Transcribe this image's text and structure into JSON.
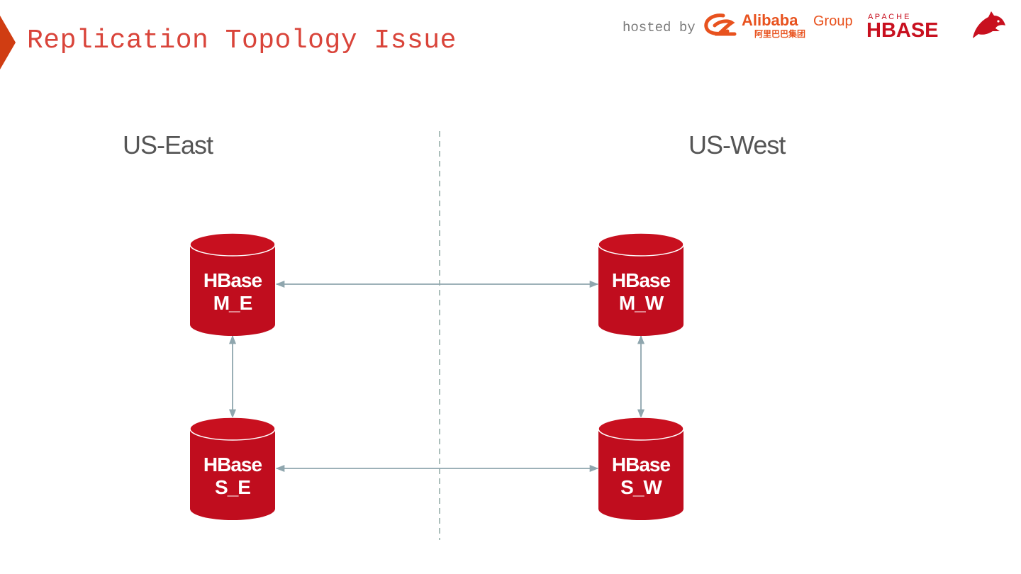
{
  "header": {
    "title": "Replication Topology Issue",
    "hosted_by": "hosted by",
    "logos": {
      "alibaba": {
        "name": "Alibaba",
        "suffix": "Group",
        "chinese": "阿里巴巴集团"
      },
      "hbase": {
        "apache": "A P A C H E",
        "name": "HBASE"
      }
    }
  },
  "regions": {
    "east": "US-East",
    "west": "US-West"
  },
  "nodes": {
    "me": {
      "line1": "HBase",
      "line2": "M_E"
    },
    "mw": {
      "line1": "HBase",
      "line2": "M_W"
    },
    "se": {
      "line1": "HBase",
      "line2": "S_E"
    },
    "sw": {
      "line1": "HBase",
      "line2": "S_W"
    }
  },
  "connections": [
    {
      "from": "M_E",
      "to": "M_W",
      "direction": "bidirectional"
    },
    {
      "from": "S_E",
      "to": "S_W",
      "direction": "bidirectional"
    },
    {
      "from": "M_E",
      "to": "S_E",
      "direction": "bidirectional"
    },
    {
      "from": "M_W",
      "to": "S_W",
      "direction": "bidirectional"
    }
  ],
  "colors": {
    "accent": "#d9443a",
    "node_fill": "#c00d1e",
    "node_top": "#c8101f",
    "connector": "#8fa6ae",
    "divider": "#8fa9a3",
    "region_text": "#555555"
  }
}
